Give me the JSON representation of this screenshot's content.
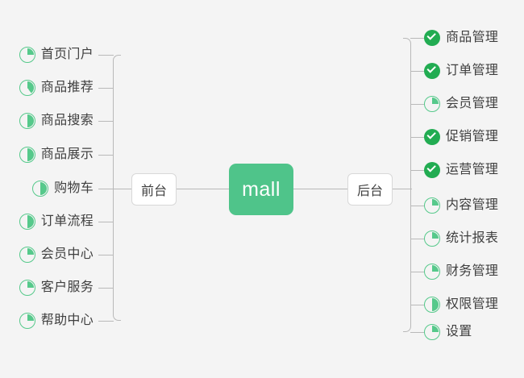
{
  "diagram": {
    "title": "mall",
    "center": {
      "label": "mall",
      "color": "#4fc48a"
    },
    "mid_nodes": [
      {
        "label": "前台",
        "side": "left"
      },
      {
        "label": "后台",
        "side": "right"
      }
    ],
    "colors": {
      "background": "#f4f4f4",
      "center_green": "#4fc48a",
      "done_green": "#22ac52",
      "ring_green": "#56c98b",
      "connector_gray": "#b9b9b9",
      "text_dark": "#3f3f3f"
    },
    "left_branch": {
      "parent": "前台",
      "items": [
        {
          "label": "首页门户",
          "status": "pie",
          "percent": 25
        },
        {
          "label": "商品推荐",
          "status": "pie",
          "percent": 40
        },
        {
          "label": "商品搜索",
          "status": "pie",
          "percent": 50
        },
        {
          "label": "商品展示",
          "status": "pie",
          "percent": 50
        },
        {
          "label": "购物车",
          "status": "pie",
          "percent": 50
        },
        {
          "label": "订单流程",
          "status": "pie",
          "percent": 50
        },
        {
          "label": "会员中心",
          "status": "pie",
          "percent": 25
        },
        {
          "label": "客户服务",
          "status": "pie",
          "percent": 25
        },
        {
          "label": "帮助中心",
          "status": "pie",
          "percent": 25
        }
      ]
    },
    "right_branch": {
      "parent": "后台",
      "items": [
        {
          "label": "商品管理",
          "status": "done",
          "percent": 100
        },
        {
          "label": "订单管理",
          "status": "done",
          "percent": 100
        },
        {
          "label": "会员管理",
          "status": "pie",
          "percent": 25
        },
        {
          "label": "促销管理",
          "status": "done",
          "percent": 100
        },
        {
          "label": "运营管理",
          "status": "done",
          "percent": 100
        },
        {
          "label": "内容管理",
          "status": "pie",
          "percent": 25
        },
        {
          "label": "统计报表",
          "status": "pie",
          "percent": 25
        },
        {
          "label": "财务管理",
          "status": "pie",
          "percent": 25
        },
        {
          "label": "权限管理",
          "status": "pie",
          "percent": 50
        },
        {
          "label": "设置",
          "status": "pie",
          "percent": 25
        }
      ]
    }
  }
}
